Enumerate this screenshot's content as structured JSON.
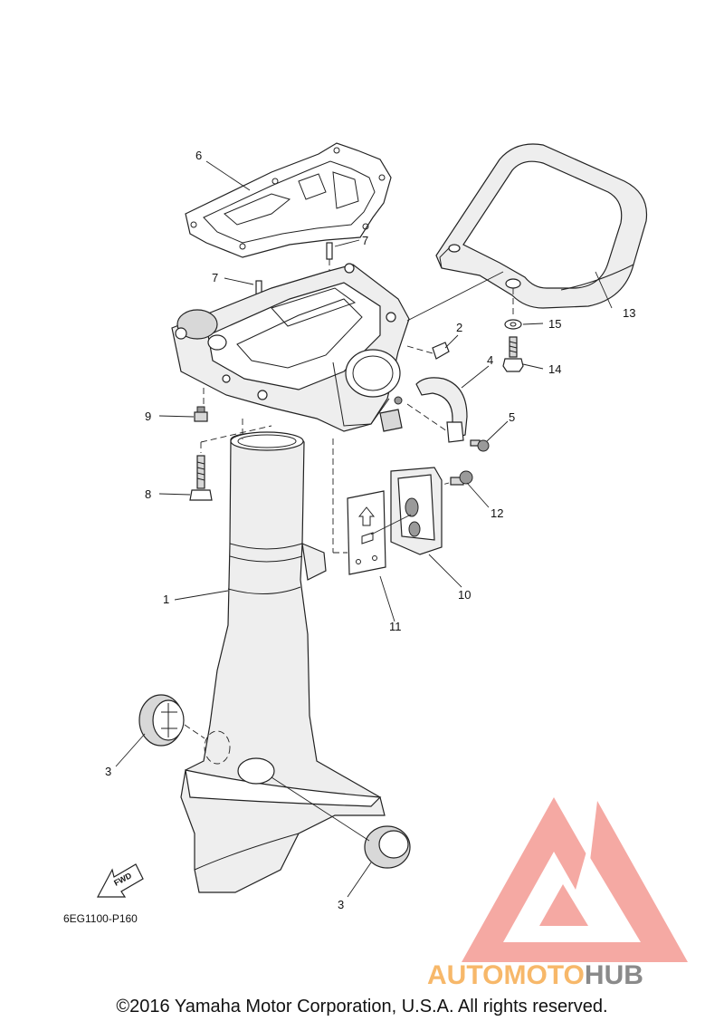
{
  "callouts": [
    {
      "id": "c1",
      "label": "1"
    },
    {
      "id": "c2",
      "label": "2"
    },
    {
      "id": "c3a",
      "label": "3"
    },
    {
      "id": "c3b",
      "label": "3"
    },
    {
      "id": "c4",
      "label": "4"
    },
    {
      "id": "c5",
      "label": "5"
    },
    {
      "id": "c6",
      "label": "6"
    },
    {
      "id": "c7a",
      "label": "7"
    },
    {
      "id": "c7b",
      "label": "7"
    },
    {
      "id": "c8",
      "label": "8"
    },
    {
      "id": "c9",
      "label": "9"
    },
    {
      "id": "c10",
      "label": "10"
    },
    {
      "id": "c11",
      "label": "11"
    },
    {
      "id": "c12",
      "label": "12"
    },
    {
      "id": "c13",
      "label": "13"
    },
    {
      "id": "c14",
      "label": "14"
    },
    {
      "id": "c15",
      "label": "15"
    }
  ],
  "fwd_label": "FWD",
  "part_code": "6EG1100-P160",
  "watermark": {
    "text_orange": "AUTOMOTO",
    "text_gray": "HUB",
    "color_logo": "#f4a09a",
    "color_orange": "#f7b86a",
    "color_gray": "#8a8a8a"
  },
  "copyright": "©2016 Yamaha Motor Corporation, U.S.A. All rights reserved."
}
